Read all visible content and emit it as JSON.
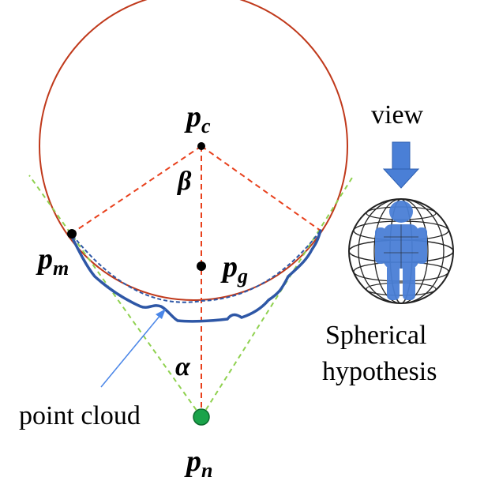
{
  "labels": {
    "pc": {
      "base": "p",
      "sub": "c"
    },
    "pm": {
      "base": "p",
      "sub": "m"
    },
    "pg": {
      "base": "p",
      "sub": "g"
    },
    "pn": {
      "base": "p",
      "sub": "n"
    },
    "beta": "β",
    "alpha": "α",
    "view": "view",
    "spherical_line1": "Spherical",
    "spherical_line2": "hypothesis",
    "point_cloud": "point cloud"
  },
  "colors": {
    "circle": "#c0391b",
    "radius_dash": "#e8401c",
    "tangent_dash": "#8fd14f",
    "point_cloud": "#2e57a6",
    "annotation_arrow": "#4a86e8",
    "view_arrow": "#4a7fd6",
    "node": "#000000",
    "camera_node": "#1aa34a",
    "person": "#4a7fd6",
    "sphere_grid": "#222222"
  },
  "icons": {
    "view_arrow": "down-arrow-icon",
    "sphere": "wireframe-sphere-with-person-icon"
  }
}
